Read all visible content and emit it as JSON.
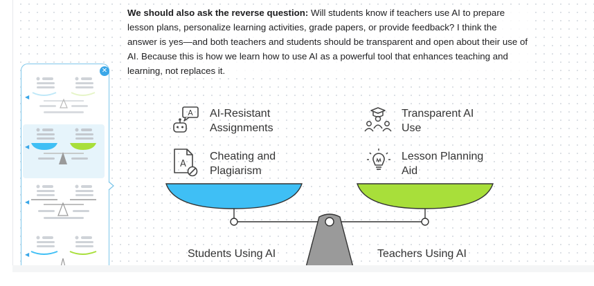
{
  "paragraph": {
    "bold_lead": "We should also ask the reverse question:",
    "body": " Will students know if teachers use AI to prepare lesson plans, personalize learning activities, grade papers, or provide feedback? I think the answer is yes—and both teachers and students should be transparent and open about their use of AI. Because this is how we learn how to use AI as a powerful tool that enhances teaching and learning, not replaces it."
  },
  "diagram": {
    "left_items": [
      {
        "line1": "AI-Resistant",
        "line2": "Assignments",
        "icon": "robot-chat-icon"
      },
      {
        "line1": "Cheating and",
        "line2": "Plagiarism",
        "icon": "document-block-icon"
      }
    ],
    "right_items": [
      {
        "line1": "Transparent AI",
        "line2": "Use",
        "icon": "teacher-students-icon"
      },
      {
        "line1": "Lesson Planning",
        "line2": "Aid",
        "icon": "lightbulb-icon"
      }
    ],
    "left_pan_label": "Students Using AI",
    "right_pan_label": "Teachers Using AI",
    "colors": {
      "left_pan": "#3fbff5",
      "right_pan": "#a8df3a",
      "fulcrum": "#9a9a9a",
      "thumb_border": "#7dc6ea",
      "accent": "#3aa7e8"
    }
  },
  "thumbnail_panel": {
    "close_icon": "close-icon",
    "selected_index": 1,
    "count": 4
  }
}
